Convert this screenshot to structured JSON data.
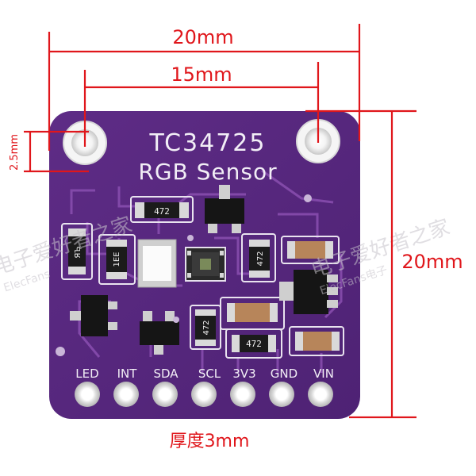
{
  "dimensions": {
    "width_label": "20mm",
    "hole_spacing_label": "15mm",
    "hole_offset_label": "2.5mm",
    "height_label": "20mm",
    "thickness_label": "厚度3mm",
    "line_color": "#e0161b"
  },
  "board": {
    "title": "TC34725",
    "subtitle": "RGB Sensor",
    "color": "#5a2a80",
    "pins": [
      "LED",
      "INT",
      "SDA",
      "SCL",
      "3V3",
      "GND",
      "VIN"
    ],
    "components": [
      {
        "label": "472"
      },
      {
        "label": "1EE"
      },
      {
        "label": "ЯЪ"
      },
      {
        "label": "472"
      },
      {
        "label": "472"
      },
      {
        "label": "472"
      }
    ]
  },
  "watermark": {
    "left_cn": "电子爱好者之家",
    "left_en": "ElecFans",
    "right_cn": "电子爱好者之家",
    "right_en": "ElecFans电子"
  }
}
